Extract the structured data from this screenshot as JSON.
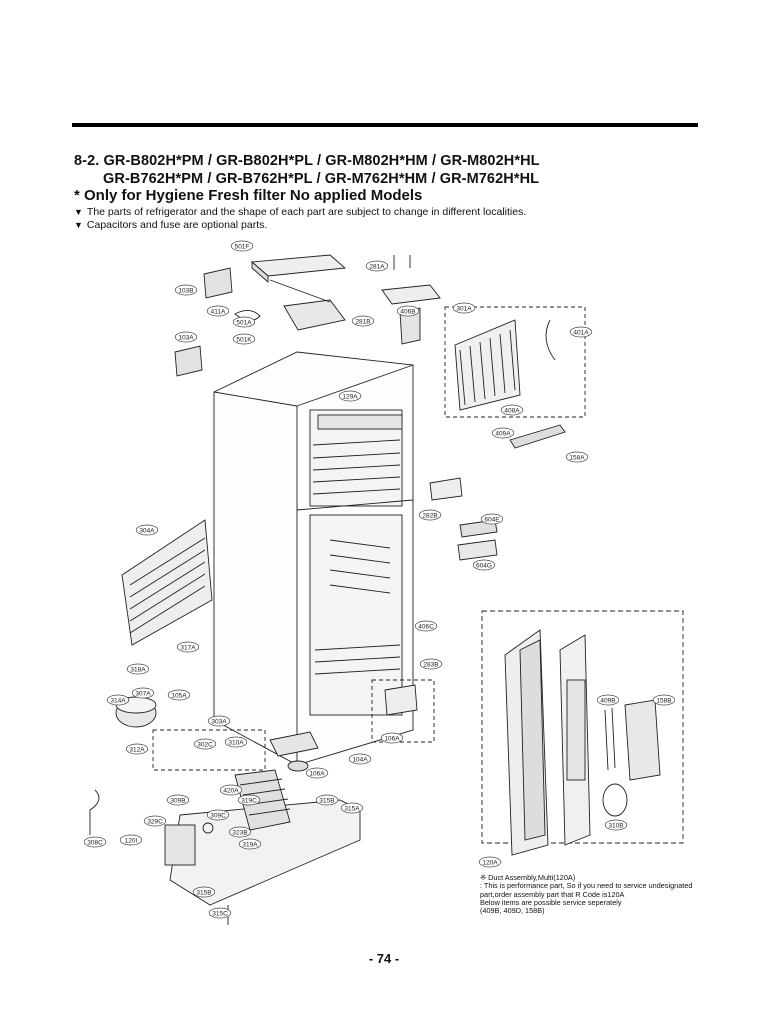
{
  "header": {
    "line1": "8-2. GR-B802H*PM / GR-B802H*PL / GR-M802H*HM / GR-M802H*HL",
    "line2": "GR-B762H*PM / GR-B762H*PL / GR-M762H*HM / GR-M762H*HL",
    "subtitle": "* Only for Hygiene Fresh filter No applied Models",
    "notes": [
      "The parts of refrigerator and the shape of each part are subject to change in different localities.",
      "Capacitors and fuse are optional parts."
    ]
  },
  "callouts": [
    "501F",
    "281A",
    "103B",
    "411A",
    "501A",
    "406B",
    "301A",
    "281B",
    "401A",
    "103A",
    "501K",
    "129A",
    "408A",
    "409A",
    "158A",
    "282B",
    "604E",
    "304A",
    "604G",
    "406C",
    "317A",
    "283B",
    "318A",
    "307A",
    "105A",
    "314A",
    "303A",
    "409B",
    "158B",
    "106A",
    "302C",
    "310A",
    "312A",
    "104A",
    "106A",
    "420A",
    "309B",
    "319C",
    "315B",
    "315A",
    "329C",
    "309C",
    "323B",
    "319A",
    "308C",
    "310B",
    "120I",
    "315B",
    "315C",
    "120A"
  ],
  "duct_note": [
    "※ Duct Assembly,Multi(120A)",
    ": This is performance part, So if you need to service undesignated",
    "part,order assembly part that R Code is120A",
    "Below items are possible service seperately",
    " (409B, 409D, 158B)"
  ],
  "page_number": "- 74 -"
}
